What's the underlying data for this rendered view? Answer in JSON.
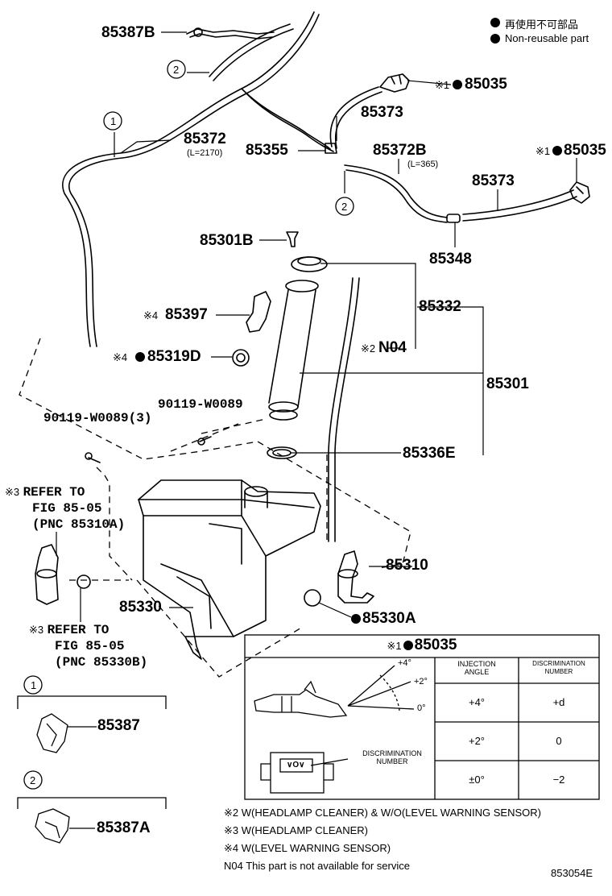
{
  "legend": {
    "ja": "再使用不可部品",
    "en": "Non-reusable part"
  },
  "callouts": {
    "c1": "1",
    "c2": "2"
  },
  "parts": {
    "p85387B": "85387B",
    "p85372": "85372",
    "p85372_len": "(L=2170)",
    "p85035_top": "85035",
    "p85035_top_note": "※1",
    "p85373_top": "85373",
    "p85355": "85355",
    "p85372B": "85372B",
    "p85372B_len": "(L=365)",
    "p85035_right": "85035",
    "p85035_right_note": "※1",
    "p85373_right": "85373",
    "p85348": "85348",
    "p85301B": "85301B",
    "p85332": "85332",
    "p85397": "85397",
    "p85397_note": "※4",
    "pN04": "N04",
    "pN04_note": "※2",
    "p85319D": "85319D",
    "p85319D_note": "※4",
    "p85301": "85301",
    "p90119_right": "90119-W0089",
    "p90119_left": "90119-W0089(3)",
    "p85336E": "85336E",
    "p85310": "85310",
    "p85330": "85330",
    "p85330A": "85330A",
    "p85387": "85387",
    "p85387A": "85387A"
  },
  "refers": {
    "r1_line1": "REFER TO",
    "r1_line2": "FIG 85-05",
    "r1_line3": "(PNC 85310A)",
    "r1_note": "※3",
    "r2_line1": "REFER TO",
    "r2_line2": "FIG 85-05",
    "r2_line3": "(PNC 85330B)",
    "r2_note": "※3"
  },
  "table": {
    "title_note": "※1",
    "title": "85035",
    "col_angle": [
      "INJECTION",
      "ANGLE"
    ],
    "col_disc": [
      "DISCRIMINATION",
      "NUMBER"
    ],
    "rows": [
      {
        "angle": "+4°",
        "number": "+d"
      },
      {
        "angle": "+2°",
        "number": "0"
      },
      {
        "angle": "±0°",
        "number": "−2"
      }
    ],
    "angle_marks": [
      "+4°",
      "+2°",
      "0°"
    ],
    "disc_label": [
      "DISCRIMINATION",
      "NUMBER"
    ],
    "disc_glyph": "∨O∨"
  },
  "footnotes": [
    "※2 W(HEADLAMP CLEANER) & W/O(LEVEL WARNING SENSOR)",
    "※3 W(HEADLAMP CLEANER)",
    "※4 W(LEVEL WARNING SENSOR)",
    "N04  This part is not available for service"
  ],
  "fig_number": "853054E"
}
